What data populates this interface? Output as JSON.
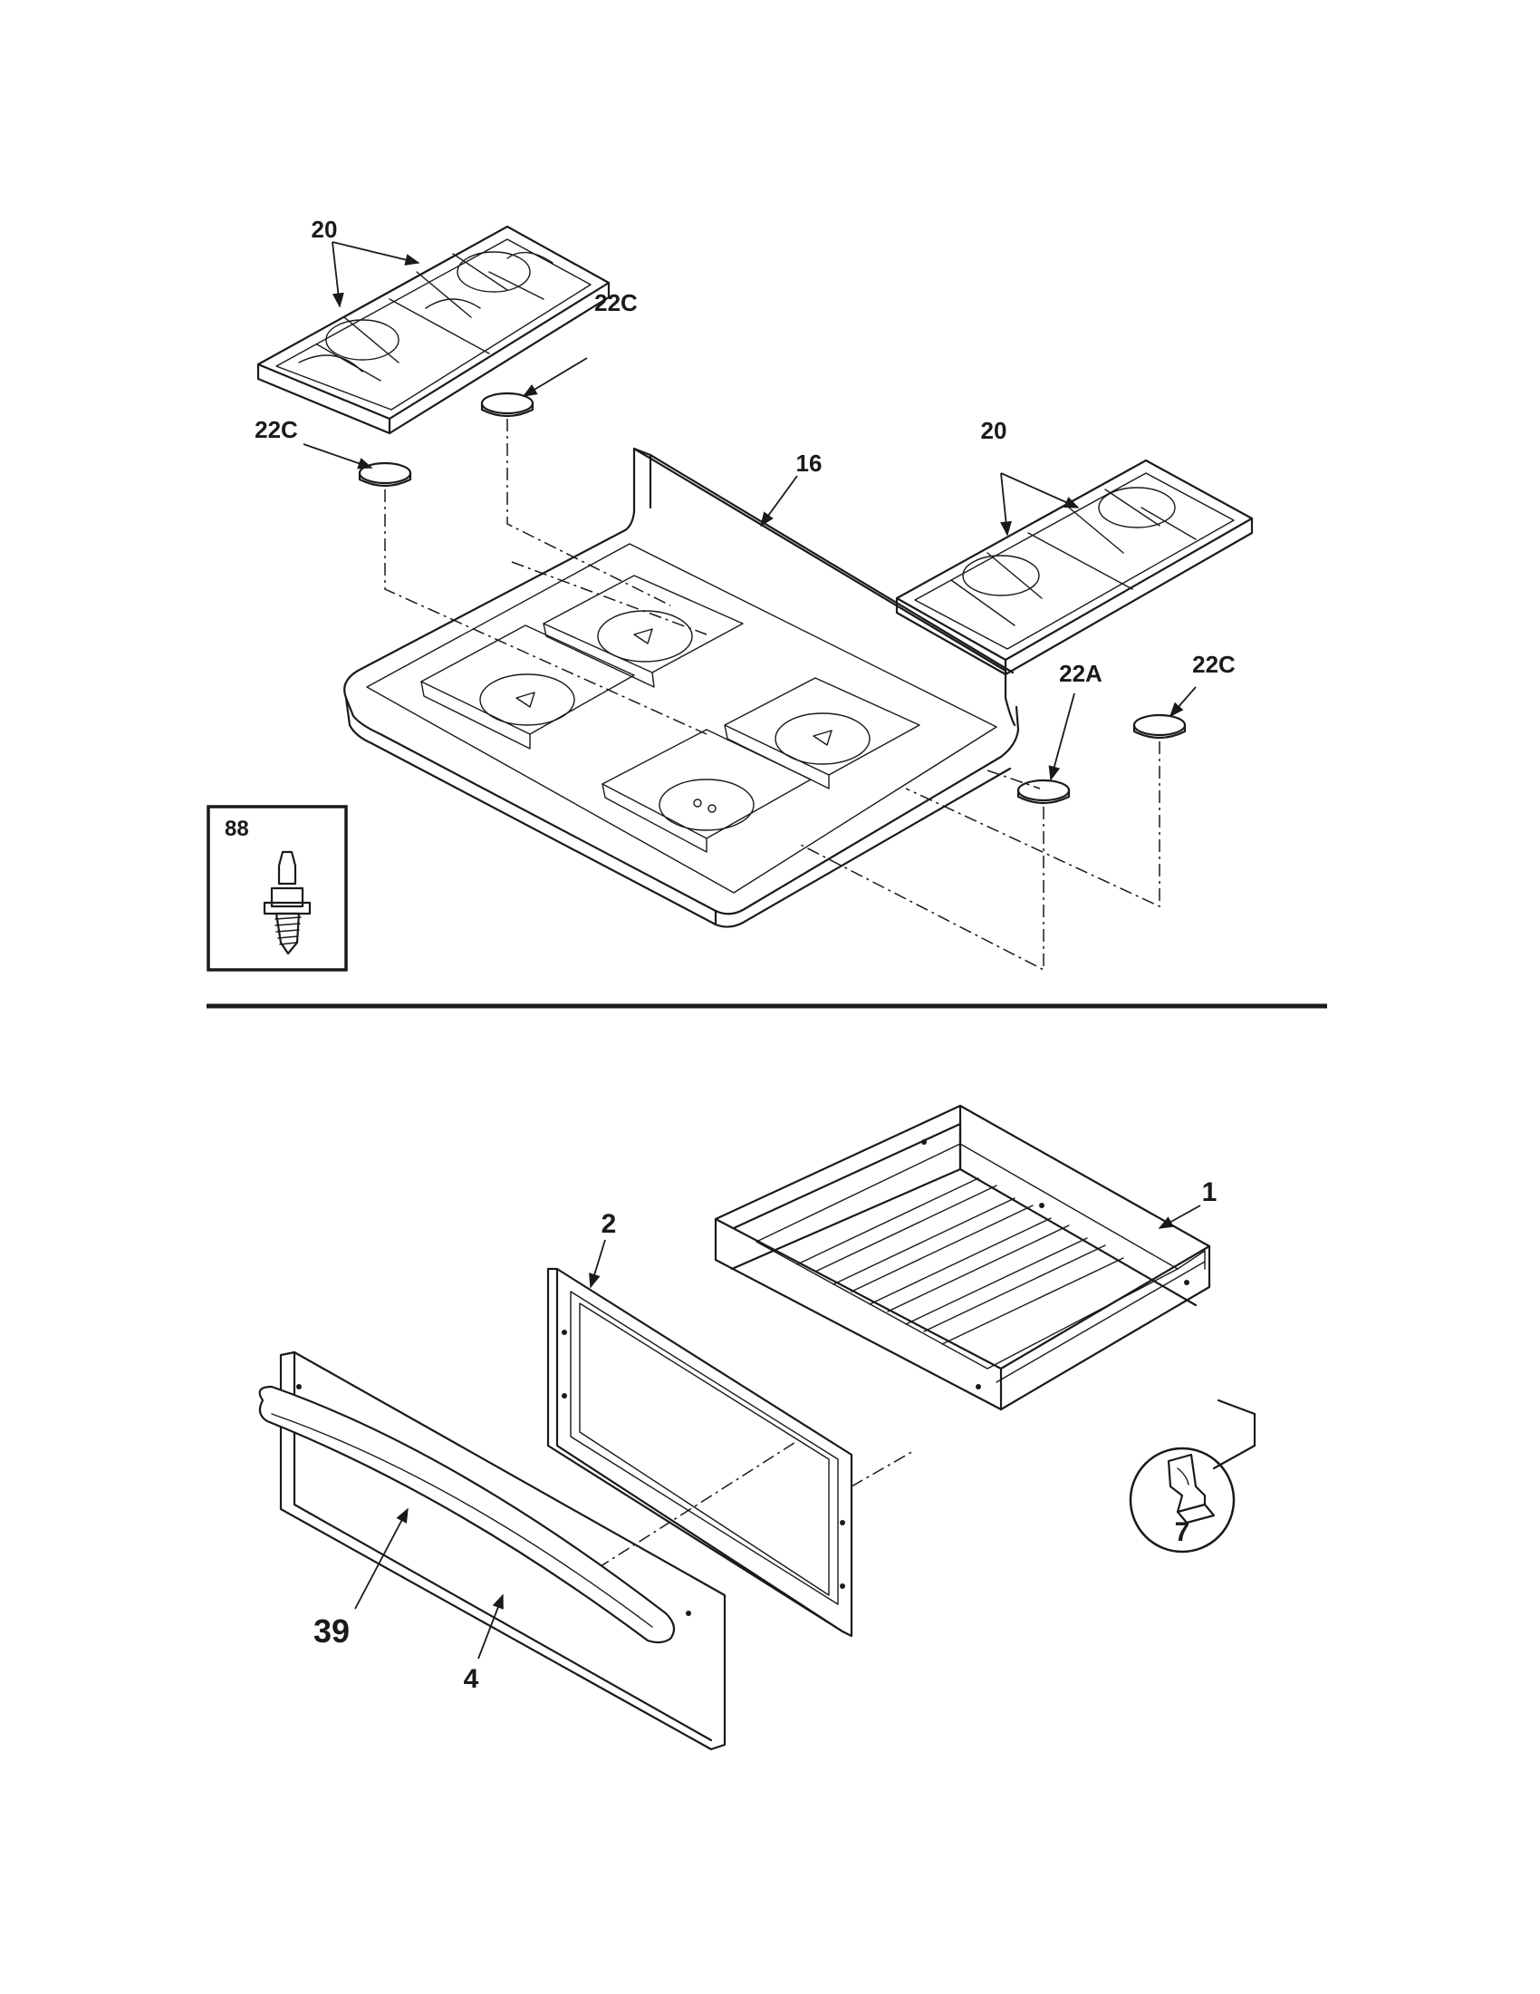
{
  "callouts": {
    "grate_top_left": "20",
    "grate_top_right": "20",
    "cap_top_center": "22C",
    "cap_top_left": "22C",
    "cooktop": "16",
    "cap_22a": "22A",
    "cap_right": "22C",
    "screw_inset": "88",
    "drawer_box": "1",
    "drawer_liner": "2",
    "clip_inset": "7",
    "handle": "39",
    "drawer_front": "4"
  }
}
